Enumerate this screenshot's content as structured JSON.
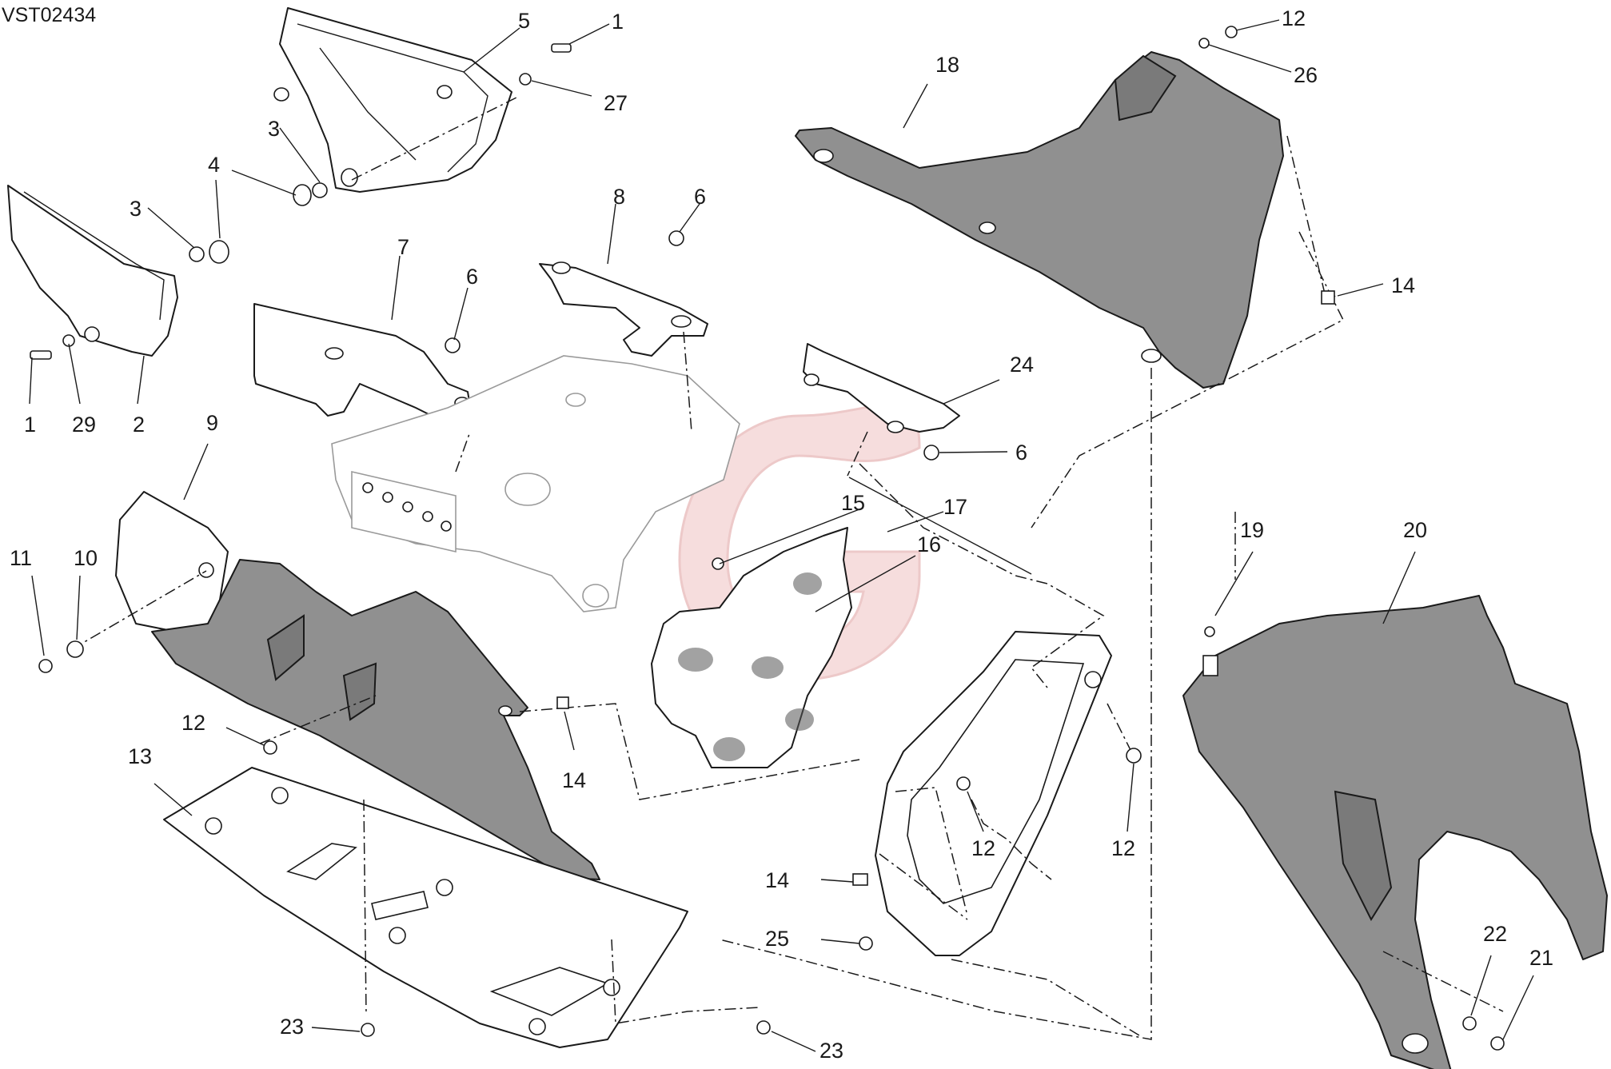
{
  "drawing_code": "VST02434",
  "callouts": [
    {
      "label": "1"
    },
    {
      "label": "27"
    },
    {
      "label": "5"
    },
    {
      "label": "3"
    },
    {
      "label": "4"
    },
    {
      "label": "3"
    },
    {
      "label": "4"
    },
    {
      "label": "1"
    },
    {
      "label": "29"
    },
    {
      "label": "2"
    },
    {
      "label": "7"
    },
    {
      "label": "6"
    },
    {
      "label": "8"
    },
    {
      "label": "6"
    },
    {
      "label": "9"
    },
    {
      "label": "11"
    },
    {
      "label": "10"
    },
    {
      "label": "12"
    },
    {
      "label": "13"
    },
    {
      "label": "14"
    },
    {
      "label": "23"
    },
    {
      "label": "23"
    },
    {
      "label": "18"
    },
    {
      "label": "12"
    },
    {
      "label": "26"
    },
    {
      "label": "14"
    },
    {
      "label": "24"
    },
    {
      "label": "6"
    },
    {
      "label": "15"
    },
    {
      "label": "17"
    },
    {
      "label": "16"
    },
    {
      "label": "12"
    },
    {
      "label": "12"
    },
    {
      "label": "14"
    },
    {
      "label": "25"
    },
    {
      "label": "19"
    },
    {
      "label": "20"
    },
    {
      "label": "22"
    },
    {
      "label": "21"
    }
  ],
  "watermark": "G"
}
